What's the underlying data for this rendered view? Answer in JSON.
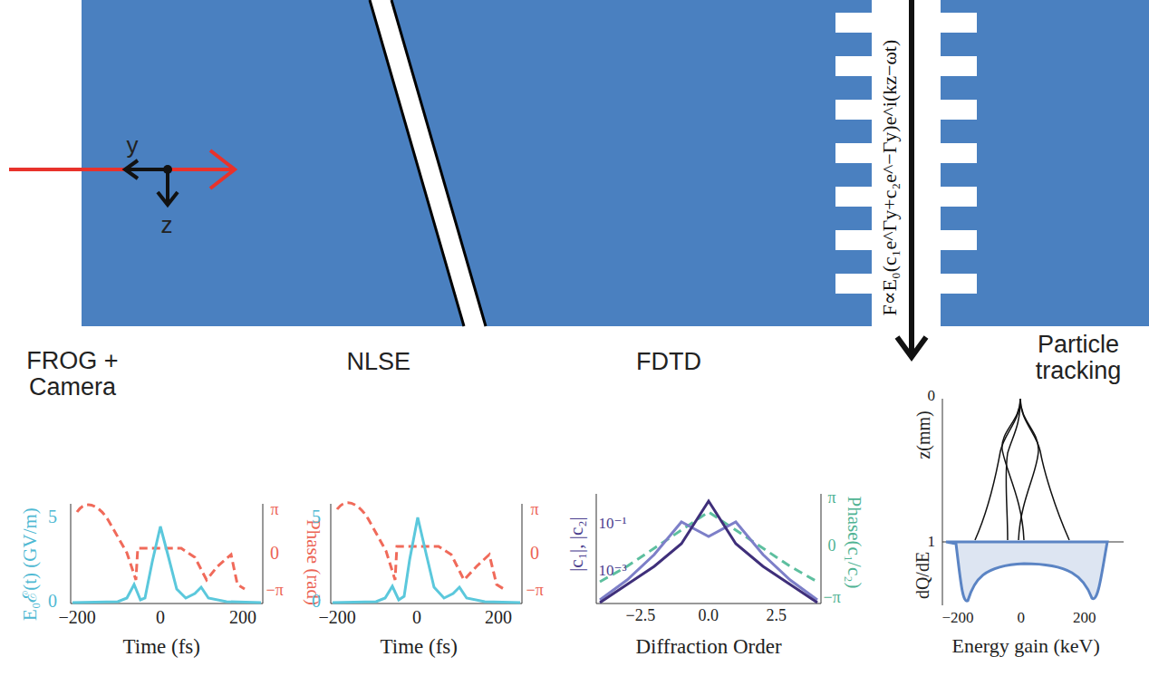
{
  "diagram": {
    "labels": [
      "FROG + Camera",
      "NLSE",
      "FDTD",
      "Particle tracking",
      "y",
      "z",
      "F∝E₀(c₁e^Γy+c₂e^−Γy)e^i(kz−ωt)",
      "E₀ℰ(t) (GV/m)",
      "5",
      "0",
      "Phase (rad)",
      "π",
      "0",
      "−π",
      "−200",
      "0",
      "200",
      "Time (fs)",
      "5",
      "0",
      "π",
      "0",
      "−π",
      "−200",
      "0",
      "200",
      "Time (fs)",
      "|c₁|, |c₂|",
      "10⁻¹",
      "10⁻³",
      "Phase(c₁/c₂)",
      "π",
      "0",
      "−π",
      "−2.5",
      "0.0",
      "2.5",
      "Diffraction Order",
      "dQ/dE",
      "z(mm)",
      "0",
      "1",
      "−200",
      "0",
      "200",
      "Energy gain (keV)"
    ]
  }
}
